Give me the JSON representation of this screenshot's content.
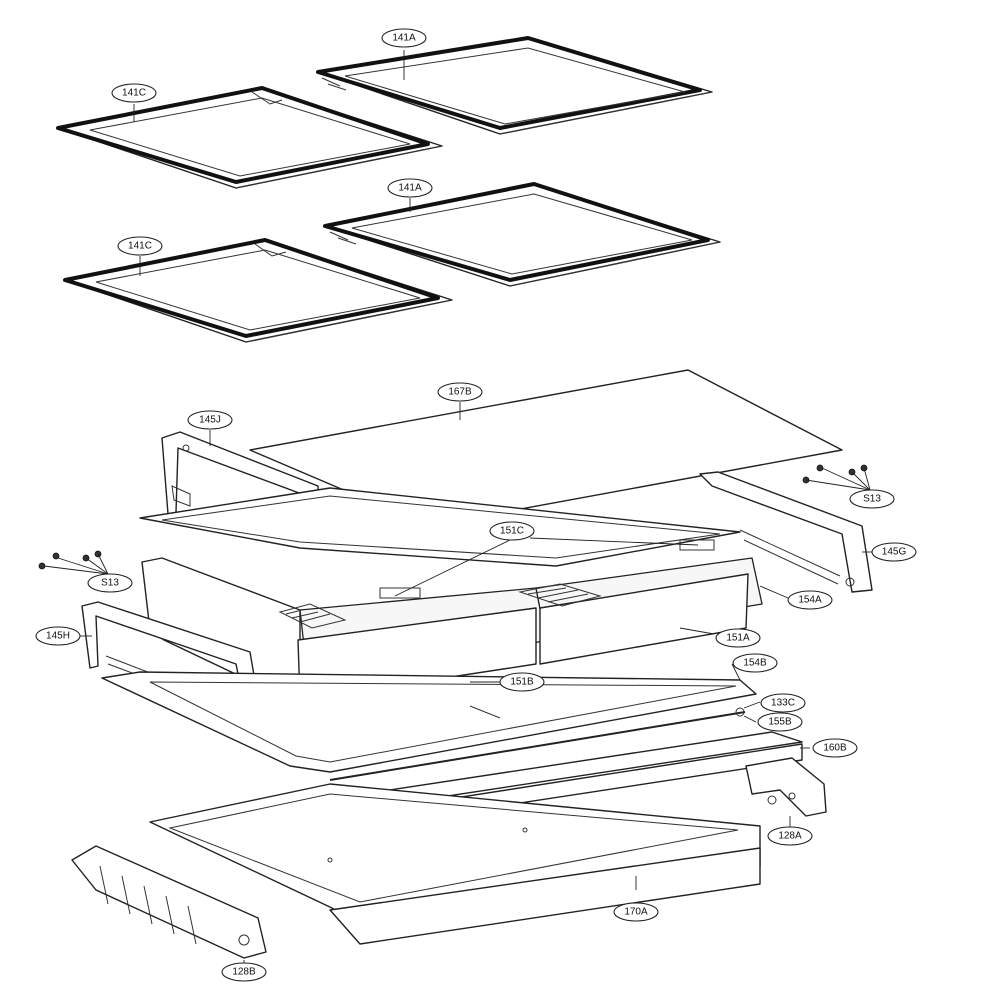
{
  "callouts": [
    {
      "id": "141A-top",
      "label": "141A"
    },
    {
      "id": "141C-top",
      "label": "141C"
    },
    {
      "id": "141A-bottom",
      "label": "141A"
    },
    {
      "id": "141C-bottom",
      "label": "141C"
    },
    {
      "id": "167B",
      "label": "167B"
    },
    {
      "id": "145J",
      "label": "145J"
    },
    {
      "id": "S13-right",
      "label": "S13"
    },
    {
      "id": "151C",
      "label": "151C"
    },
    {
      "id": "145G",
      "label": "145G"
    },
    {
      "id": "S13-left",
      "label": "S13"
    },
    {
      "id": "154A",
      "label": "154A"
    },
    {
      "id": "145H",
      "label": "145H"
    },
    {
      "id": "151A",
      "label": "151A"
    },
    {
      "id": "154B",
      "label": "154B"
    },
    {
      "id": "151B",
      "label": "151B"
    },
    {
      "id": "133C",
      "label": "133C"
    },
    {
      "id": "155B",
      "label": "155B"
    },
    {
      "id": "160B",
      "label": "160B"
    },
    {
      "id": "128A",
      "label": "128A"
    },
    {
      "id": "170A",
      "label": "170A"
    },
    {
      "id": "128B",
      "label": "128B"
    }
  ]
}
